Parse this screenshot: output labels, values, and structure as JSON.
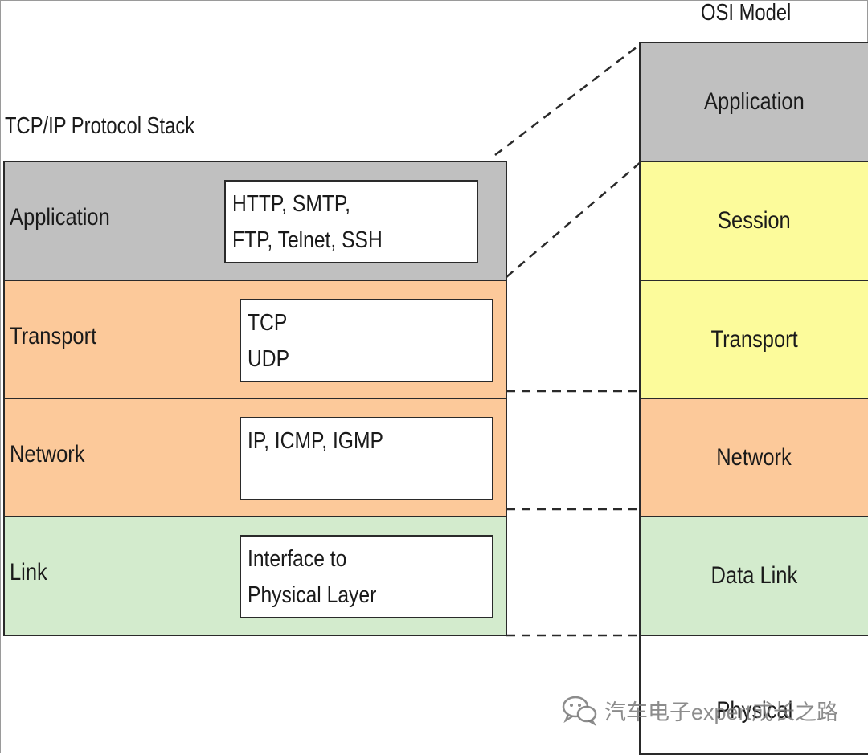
{
  "tcp_stack": {
    "title": "TCP/IP Protocol Stack",
    "layers": [
      {
        "label": "Application",
        "protocols": "HTTP, SMTP,\nFTP, Telnet, SSH",
        "color": "#c0c0c0"
      },
      {
        "label": "Transport",
        "protocols": "TCP\nUDP",
        "color": "#fcc99a"
      },
      {
        "label": "Network",
        "protocols": "IP, ICMP, IGMP",
        "color": "#fcc99a"
      },
      {
        "label": "Link",
        "protocols": "Interface to\nPhysical Layer",
        "color": "#d3ebcd"
      }
    ]
  },
  "osi_model": {
    "title": "OSI Model",
    "layers": [
      {
        "label": "Application",
        "color": "#c0c0c0"
      },
      {
        "label": "Session",
        "color": "#fcfb9b"
      },
      {
        "label": "Transport",
        "color": "#fcfb9b"
      },
      {
        "label": "Network",
        "color": "#fcc99a"
      },
      {
        "label": "Data Link",
        "color": "#d3ebcd"
      },
      {
        "label": "Physical",
        "color": "#ffffff"
      }
    ]
  },
  "watermark": {
    "text": "汽车电子expert成长之路",
    "icon": "wechat-icon"
  }
}
